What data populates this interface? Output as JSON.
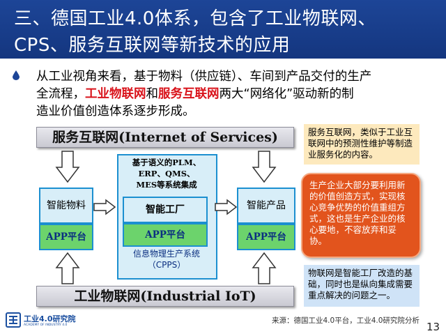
{
  "slide": {
    "title_line1": "三、德国工业4.0体系，包含了工业物联网、",
    "title_line2": "CPS、服务互联网等新技术的应用",
    "para_line1": "从工业视角来看，基于物料（供应链）、车间到产品交付的生产",
    "para_line2_a": "全流程，",
    "para_line2_red1": "工业物联网",
    "para_line2_b": "和",
    "para_line2_red2": "服务互联网",
    "para_line2_c": "两大“网络化”驱动新的制",
    "para_line3": "造业价值创造体系逐步形成。",
    "page_number": "13",
    "source": "来源：德国工业4.0平台，工业4.0研究院分析"
  },
  "diagram": {
    "top_bar": "服务互联网(Internet of Services)",
    "bottom_bar": "工业物联网(Industrial IoT)",
    "left_node": "智能物料",
    "left_app": "APP平台",
    "right_node": "智能产品",
    "right_app": "APP平台",
    "center_top_lines": [
      "基于语义的PLM、",
      "ERP、QMS、",
      "MES等系统集成"
    ],
    "center_node": "智能工厂",
    "center_app": "APP平台",
    "cps_line1": "信息物理生产系统",
    "cps_line2": "（CPPS）"
  },
  "notes": {
    "note1": "服务互联网，类似于工业互联网中的预测性维护等制造业服务化的内容。",
    "note2": "生产企业大部分要利用新的价值创造方式，实现核心竞争优势的价值重组方式，这也是生产企业的核心要地，不容放弃和妥协。",
    "note3": "物联网是智能工厂改造的基础，同时也是纵向集成需要重点解决的问题之一。"
  },
  "logo": {
    "name": "工业4.0研究院",
    "sub": "ACADEMY OF INDUSTRY 4.0"
  },
  "colors": {
    "title_bg": "#1d4597",
    "highlight_red": "#d9121a",
    "node_border": "#1b8fd0",
    "app_green": "#6cd36c",
    "note_orange": "#e2541d"
  }
}
